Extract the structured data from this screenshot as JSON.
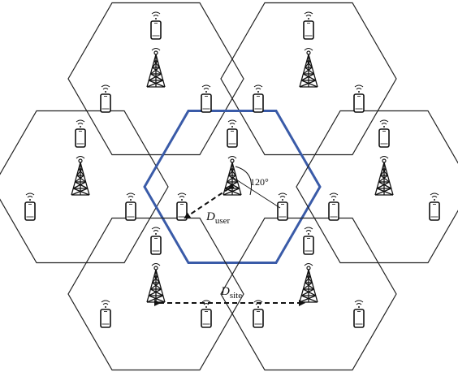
{
  "labels": {
    "angle": "120°",
    "d_user_main": "D",
    "d_user_sub": "user",
    "d_site_main": "D",
    "d_site_sub": "site"
  },
  "colors": {
    "center_cell": "#3a5ba8",
    "edge": "#222222"
  },
  "cells": [
    {
      "id": "cell-top-left",
      "center": true
    },
    {
      "id": "cell-top-right"
    },
    {
      "id": "cell-mid-left"
    },
    {
      "id": "cell-center"
    },
    {
      "id": "cell-mid-right"
    },
    {
      "id": "cell-bottom-left"
    },
    {
      "id": "cell-bottom-right"
    }
  ]
}
